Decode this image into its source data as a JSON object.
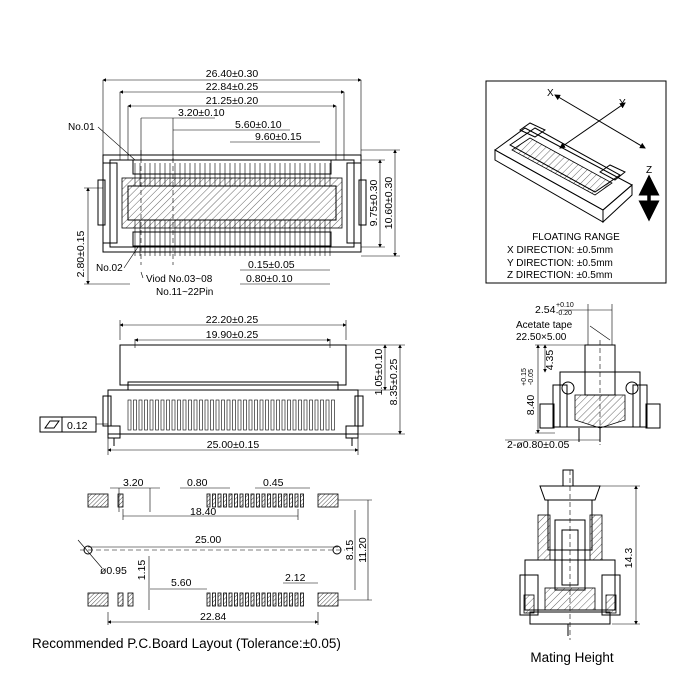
{
  "top_view": {
    "dim_overall": "26.40±0.30",
    "dim_inner": "22.84±0.25",
    "dim_body": "21.25±0.20",
    "dim_a": "3.20±0.10",
    "dim_b": "5.60±0.10",
    "dim_c": "9.60±0.15",
    "dim_height_a": "9.75±0.30",
    "dim_height_b": "10.60±0.30",
    "dim_side": "2.80±0.15",
    "dim_pitch": "0.15±0.05",
    "dim_pin": "0.80±0.10",
    "label_no1": "No.01",
    "label_no2": "No.02",
    "label_void": "Viod No.03~08",
    "label_pins": "No.11~22Pin"
  },
  "floating": {
    "axis_x": "X",
    "axis_y": "Y",
    "axis_z": "Z",
    "title": "FLOATING RANGE",
    "x_dir": "X  DIRECTION:  ±0.5mm",
    "y_dir": "Y  DIRECTION:  ±0.5mm",
    "z_dir": "Z  DIRECTION:  ±0.5mm"
  },
  "front_view": {
    "dim_top": "22.20±0.25",
    "dim_inner": "19.90±0.25",
    "dim_h1": "1.05±0.10",
    "dim_h2": "8.35±0.25",
    "dim_bottom": "25.00±0.15",
    "flatness": "0.12"
  },
  "side_view": {
    "dim_top": "2.54",
    "dim_top_tol_plus": "+0.10",
    "dim_top_tol_minus": "-0.20",
    "tape_label": "Acetate tape",
    "tape_size": "22.50×5.00",
    "dim_435": "4.35",
    "dim_840": "8.40",
    "dim_840_tol_plus": "+0.15",
    "dim_840_tol_minus": "-0.05",
    "dim_holes": "2-ø0.80±0.05"
  },
  "pcb": {
    "dim_320": "3.20",
    "dim_080": "0.80",
    "dim_045": "0.45",
    "dim_1840": "18.40",
    "dim_2500": "25.00",
    "dim_095": "ø0.95",
    "dim_115": "1.15",
    "dim_560": "5.60",
    "dim_212": "2.12",
    "dim_2284": "22.84",
    "dim_815": "8.15",
    "dim_1120": "11.20",
    "caption": "Recommended  P.C.Board  Layout  (Tolerance:±0.05)"
  },
  "mating": {
    "dim_height": "14.3",
    "caption": "Mating  Height"
  }
}
